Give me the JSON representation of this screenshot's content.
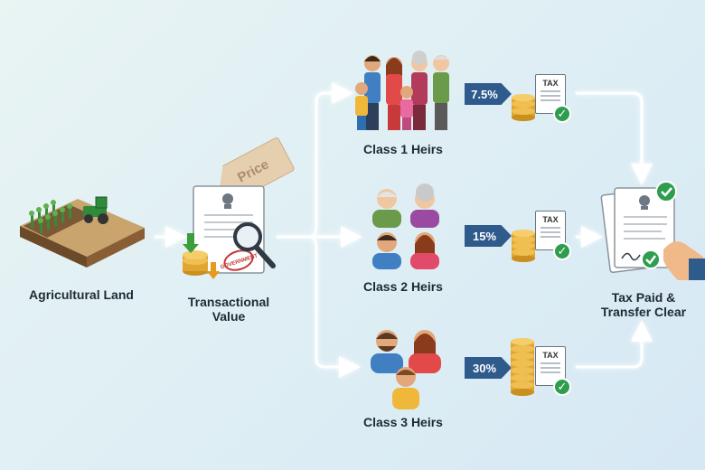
{
  "nodes": {
    "land": {
      "label": "Agricultural Land"
    },
    "value": {
      "label_line1": "Transactional",
      "label_line2": "Value"
    },
    "price_tag": {
      "text": "Price"
    },
    "gov_stamp": {
      "text": "GOVERNMENT"
    },
    "class1": {
      "label": "Class 1 Heirs",
      "rate": "7.5%"
    },
    "class2": {
      "label": "Class 2 Heirs",
      "rate": "15%"
    },
    "class3": {
      "label": "Class 3 Heirs",
      "rate": "30%"
    },
    "tax_sheet_text": "TAX",
    "final": {
      "label_line1": "Tax Paid &",
      "label_line2": "Transfer Clear"
    }
  },
  "colors": {
    "arrow": "#ffffff",
    "rate_badge": "#2e5a8c",
    "check": "#2e9e4e",
    "coin": "#e0a630"
  }
}
